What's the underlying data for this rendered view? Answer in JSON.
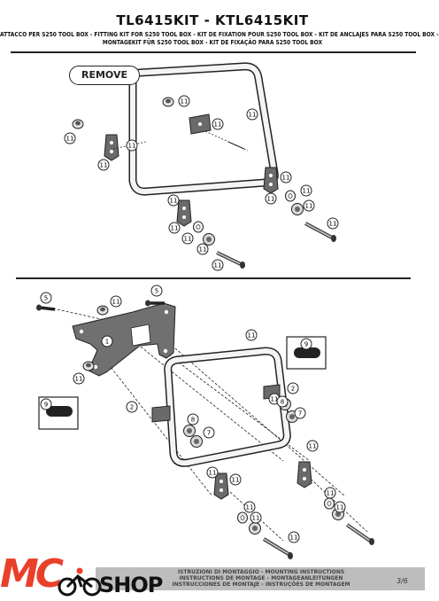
{
  "header": {
    "title": "TL6415KIT - KTL6415KIT",
    "subtitle_line1": "ATTACCO PER S250 TOOL BOX - FITTING KIT FOR S250 TOOL BOX - KIT DE FIXATION POUR S250 TOOL BOX - KIT DE ANCLAJES PARA S250 TOOL BOX -",
    "subtitle_line2": "MONTAGEKIT FÜR S250 TOOL BOX - KIT DE FIXAÇÃO PARA S250 TOOL BOX"
  },
  "top_diagram": {
    "remove_label": "REMOVE",
    "callouts": [
      "11",
      "11",
      "11",
      "11",
      "11",
      "11",
      "11",
      "11",
      "11",
      "11",
      "11",
      "11",
      "11",
      "11",
      "11",
      "11"
    ]
  },
  "bottom_diagram": {
    "callouts": [
      "5",
      "11",
      "5",
      "1",
      "11",
      "11",
      "9",
      "2",
      "11",
      "9",
      "2",
      "8",
      "7",
      "8",
      "7",
      "11",
      "11",
      "11",
      "11",
      "11",
      "11",
      "11",
      "11"
    ]
  },
  "footer": {
    "line1": "ISTRUZIONI DI MONTAGGIO - MOUNTING INSTRUCTIONS",
    "line2": "INSTRUCTIONS DE MONTAGE - MONTAGEANLEITUNGEN",
    "line3": "INSTRUCCIONES DE MONTAJE - INSTRUÇÕES DE MONTAGEM",
    "page": "3/6"
  },
  "logo": {
    "mark": "MC",
    "word": "SHOP",
    "brand_color": "#e8402a"
  }
}
